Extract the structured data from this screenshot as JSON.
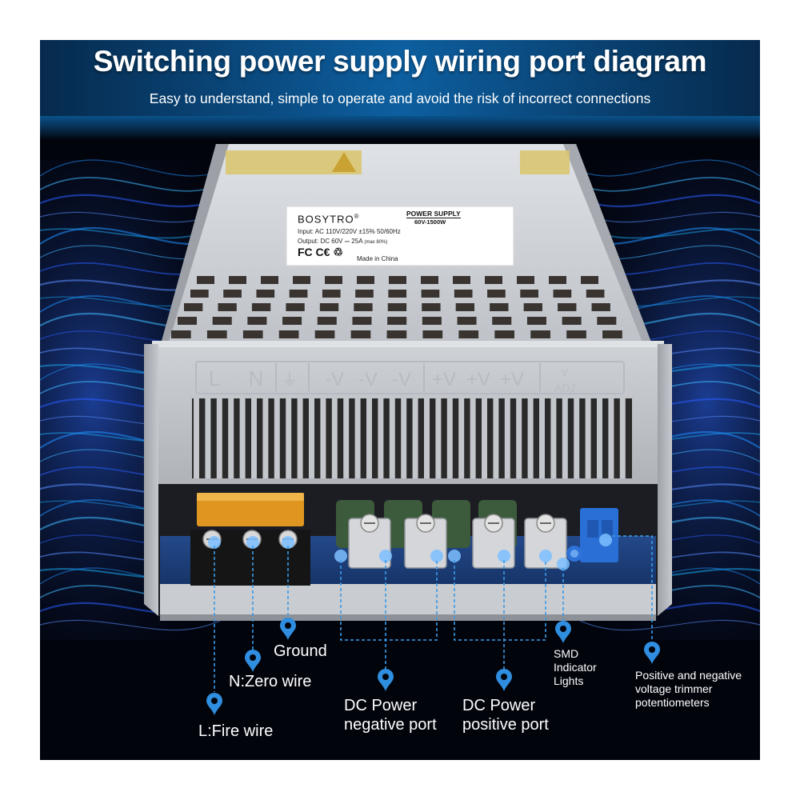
{
  "header": {
    "title": "Switching power supply wiring port diagram",
    "subtitle": "Easy to understand, simple to operate and avoid the risk of incorrect connections"
  },
  "nameplate": {
    "brand": "BOSYTRO",
    "registered": "®",
    "product": "POWER SUPPLY",
    "model": "60V-1500W",
    "input": "Input: AC  110V/220V ±15%     50/60Hz",
    "output": "Output: DC 60V  ⎓  25A",
    "output_note": "(max 80%)",
    "certifications": "FC C€ ♲",
    "origin": "Made in China"
  },
  "terminal_markings": [
    "L",
    "N",
    "⏚",
    "-V",
    "-V",
    "-V",
    "+V",
    "+V",
    "+V",
    "V",
    "ADJ"
  ],
  "labels": {
    "fire": "L:Fire wire",
    "zero": "N:Zero wire",
    "ground": "Ground",
    "dc_negative_line1": "DC Power",
    "dc_negative_line2": "negative port",
    "dc_positive_line1": "DC Power",
    "dc_positive_line2": "positive port",
    "smd_line1": "SMD",
    "smd_line2": "Indicator",
    "smd_line3": "Lights",
    "trimmer_line1": "Positive and negative",
    "trimmer_line2": "voltage trimmer",
    "trimmer_line3": "potentiometers"
  },
  "colors": {
    "accent": "#3a9be6",
    "marker": "#2f8ee0",
    "header_bg": "#0a4f86",
    "background": "#02040c",
    "chassis": "#c9ccd1",
    "pcb": "#1c3f7a",
    "terminal_orange": "#f0a020"
  }
}
